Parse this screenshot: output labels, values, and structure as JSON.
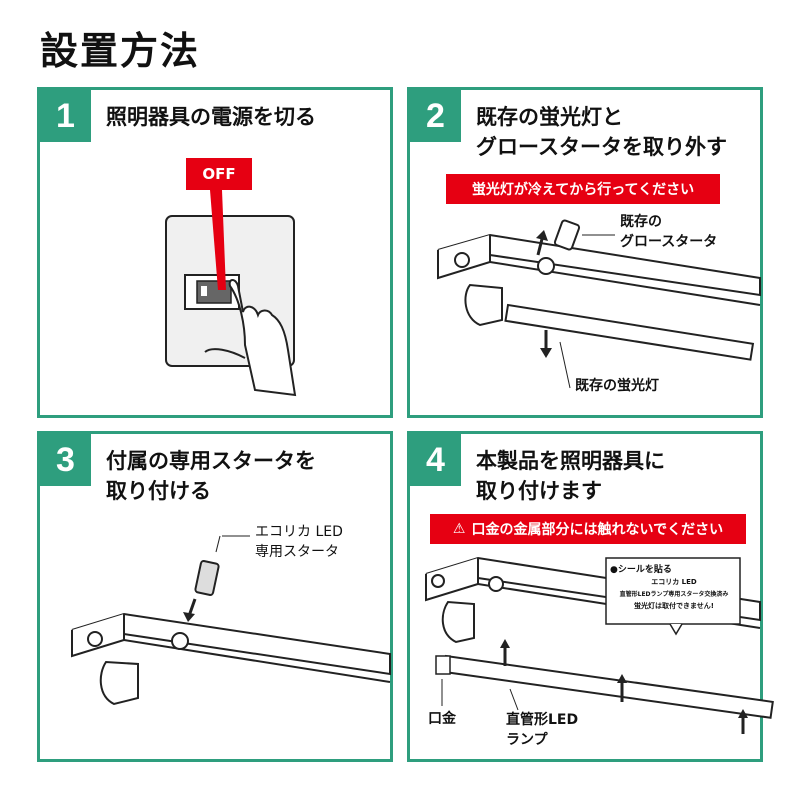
{
  "page": {
    "title": "設置方法"
  },
  "steps": [
    {
      "number": "1",
      "heading": [
        "照明器具の電源を切る"
      ],
      "off_label": "OFF"
    },
    {
      "number": "2",
      "heading": [
        "既存の蛍光灯と",
        "グロースタータを取り外す"
      ],
      "warning": "蛍光灯が冷えてから行ってください",
      "label_starter": [
        "既存の",
        "グロースタータ"
      ],
      "label_lamp": "既存の蛍光灯"
    },
    {
      "number": "3",
      "heading": [
        "付属の専用スタータを",
        "取り付ける"
      ],
      "label_starter": [
        "エコリカ LED",
        "専用スタータ"
      ]
    },
    {
      "number": "4",
      "heading": [
        "本製品を照明器具に",
        "取り付けます"
      ],
      "warning": "口金の金属部分には触れないでください",
      "sticker": {
        "title": "●シールを貼る",
        "brand": "エコリカ LED",
        "line1": "直管形LEDランプ専用スタータ交換済み",
        "line2": "蛍光灯は取付できません!"
      },
      "label_cap": "口金",
      "label_lamp": [
        "直管形LED",
        "ランプ"
      ]
    }
  ],
  "colors": {
    "accent": "#2e9e7e",
    "warning": "#e60012"
  }
}
